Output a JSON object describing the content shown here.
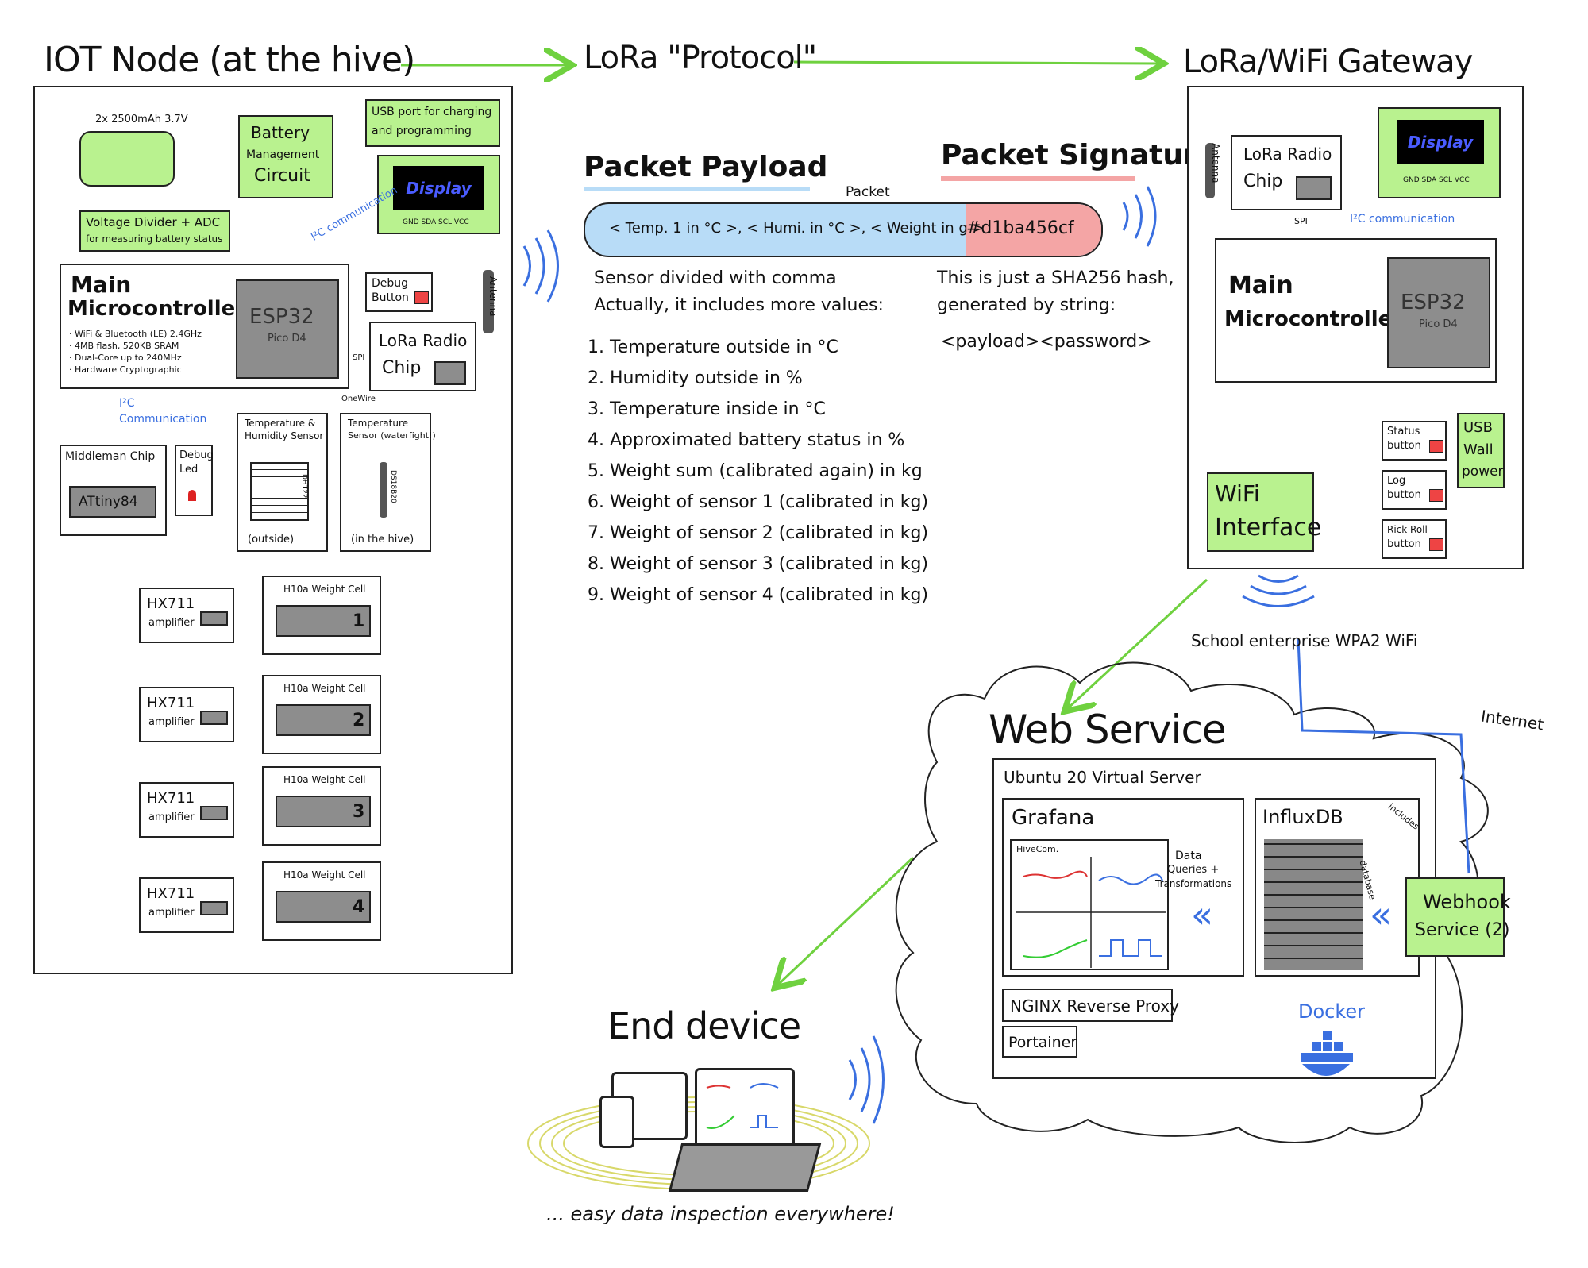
{
  "titles": {
    "iot_node": "IOT Node (at the hive)",
    "lora_protocol": "LoRa \"Protocol\"",
    "gateway": "LoRa/WiFi Gateway",
    "web_service": "Web Service",
    "end_device": "End device"
  },
  "iot_node": {
    "battery_label": "2x 2500mAh 3.7V",
    "battery_mgmt": [
      "Battery",
      "Management",
      "Circuit"
    ],
    "usb_port": [
      "USB port for charging",
      "and programming"
    ],
    "display": "Display",
    "display_pins": "GND SDA SCL VCC",
    "i2c_label": "I²C communication",
    "voltage_divider": [
      "Voltage Divider + ADC",
      "for measuring battery status"
    ],
    "main_mc": [
      "Main",
      "Microcontroller"
    ],
    "main_mc_specs": [
      "· WiFi & Bluetooth (LE) 2.4GHz",
      "· 4MB flash, 520KB SRAM",
      "· Dual-Core up to 240MHz",
      "· Hardware Cryptographic"
    ],
    "esp32": "ESP32",
    "esp32_sub": "Pico D4",
    "debug_button": [
      "Debug",
      "Button"
    ],
    "antenna": "Antenna",
    "lora_chip": [
      "LoRa Radio",
      "Chip"
    ],
    "spi": "SPI",
    "onewire": "OneWire",
    "i2c_comm": [
      "I²C",
      "Communication"
    ],
    "middleman": "Middleman Chip",
    "attiny": "ATtiny84",
    "debug_led": [
      "Debug",
      "Led"
    ],
    "temp_hum_sensor": [
      "Temperature &",
      "Humidity Sensor"
    ],
    "temp_hum_note": "(outside)",
    "dht": "DHT22",
    "temp_sensor": [
      "Temperature",
      "Sensor (waterfight!)"
    ],
    "temp_sensor_note": "(in the hive)",
    "ds": "DS18B20",
    "amplifiers": [
      {
        "name": "HX711",
        "sub": "amplifier",
        "cell": "H10a Weight Cell",
        "num": "1"
      },
      {
        "name": "HX711",
        "sub": "amplifier",
        "cell": "H10a Weight Cell",
        "num": "2"
      },
      {
        "name": "HX711",
        "sub": "amplifier",
        "cell": "H10a Weight Cell",
        "num": "3"
      },
      {
        "name": "HX711",
        "sub": "amplifier",
        "cell": "H10a Weight Cell",
        "num": "4"
      }
    ]
  },
  "protocol": {
    "payload_title": "Packet Payload",
    "signature_title": "Packet Signature",
    "packet_label": "Packet",
    "payload_text": "< Temp. 1  in °C >, < Humi. in °C >, < Weight in g >",
    "signature_text": "#d1ba456cf",
    "sensor_note": [
      "Sensor divided with comma",
      "Actually, it includes more values:"
    ],
    "values": [
      "1. Temperature outside in °C",
      "2. Humidity outside in %",
      "3. Temperature inside in °C",
      "4. Approximated battery status in %",
      "5. Weight sum (calibrated again) in kg",
      "6. Weight of sensor 1 (calibrated in kg)",
      "7. Weight of sensor 2 (calibrated in kg)",
      "8. Weight of sensor 3 (calibrated in kg)",
      "9. Weight of sensor 4 (calibrated in kg)"
    ],
    "hash_note": [
      "This is just a SHA256 hash,",
      "generated by string:",
      "<payload><password>"
    ]
  },
  "gateway": {
    "antenna": "Antenna",
    "lora_chip": [
      "LoRa Radio",
      "Chip"
    ],
    "display": "Display",
    "display_pins": "GND SDA SCL VCC",
    "spi": "SPI",
    "i2c": "I²C communication",
    "main_mc": [
      "Main",
      "Microcontroller"
    ],
    "esp32": "ESP32",
    "esp32_sub": "Pico D4",
    "wifi": [
      "WiFi",
      "Interface"
    ],
    "buttons": [
      [
        "Status",
        "button"
      ],
      [
        "Log",
        "button"
      ],
      [
        "Rick Roll",
        "button"
      ]
    ],
    "usb": [
      "USB",
      "Wall",
      "power"
    ]
  },
  "network": {
    "school_wifi": "School enterprise WPA2 WiFi",
    "internet": "Internet"
  },
  "web": {
    "server": "Ubuntu 20 Virtual Server",
    "grafana": "Grafana",
    "hivecom": "HiveCom.",
    "queries": [
      "Data",
      "Queries +",
      "Transformations"
    ],
    "influx": "InfluxDB",
    "database": "database",
    "includes": "includes",
    "webhook": [
      "Webhook",
      "Service (2)"
    ],
    "nginx": "NGINX Reverse Proxy",
    "portainer": "Portainer",
    "docker": "Docker"
  },
  "end_device": {
    "caption": "... easy data inspection everywhere!"
  },
  "colors": {
    "green_fill": "#b9f28f",
    "wire_blue": "#3a6fe0",
    "arrow_green": "#6fd13f",
    "payload_blue": "#b8dcf7",
    "signature_red": "#f4a5a5",
    "chip_grey": "#8d8d8d"
  }
}
